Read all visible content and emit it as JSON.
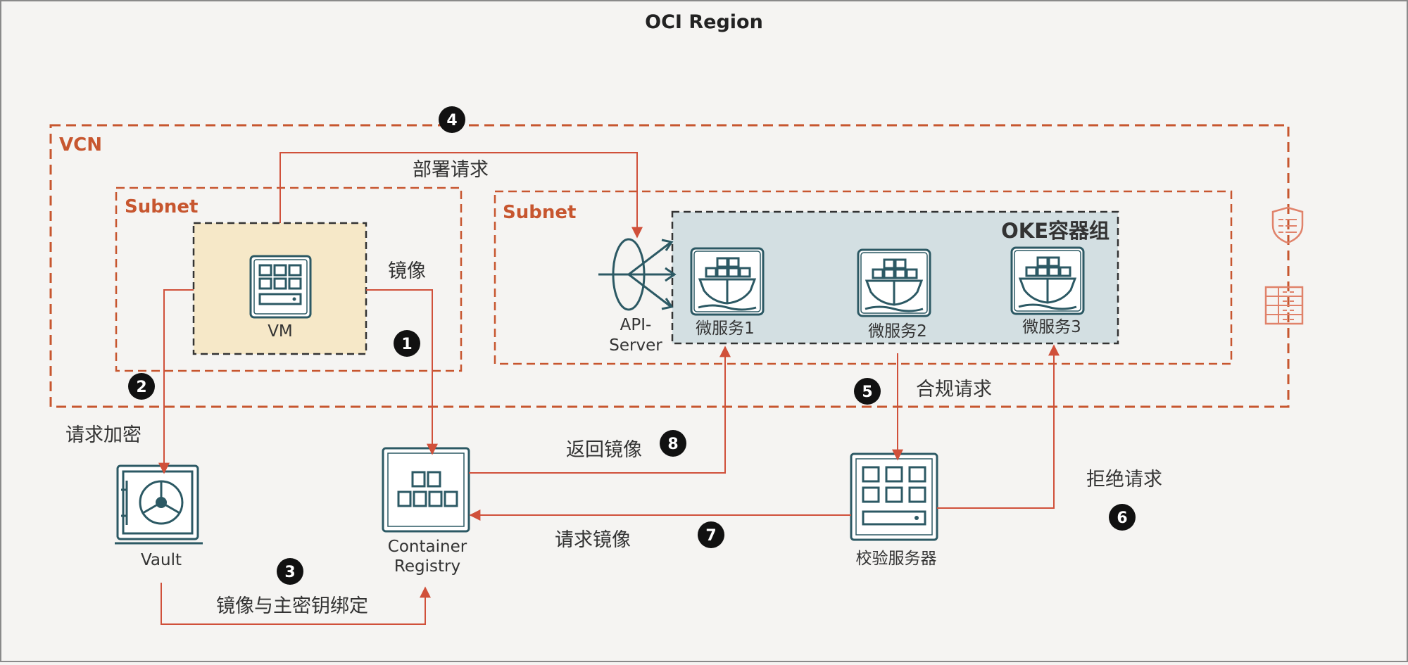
{
  "region": {
    "title": "OCI Region"
  },
  "vcn": {
    "title": "VCN"
  },
  "subnet_left": {
    "title": "Subnet"
  },
  "subnet_right": {
    "title": "Subnet"
  },
  "oke": {
    "title": "OKE容器组"
  },
  "nodes": {
    "vm": "VM",
    "api_server_line1": "API-",
    "api_server_line2": "Server",
    "microservice1": "微服务1",
    "microservice2": "微服务2",
    "microservice3": "微服务3",
    "vault": "Vault",
    "registry_line1": "Container",
    "registry_line2": "Registry",
    "validation_server": "校验服务器"
  },
  "flows": {
    "deploy_request": "部署请求",
    "image": "镜像",
    "request_encryption": "请求加密",
    "bind_image_master_key": "镜像与主密钥绑定",
    "compliance_request": "合规请求",
    "reject_request": "拒绝请求",
    "request_image": "请求镜像",
    "return_image": "返回镜像"
  },
  "badges": [
    "1",
    "2",
    "3",
    "4",
    "5",
    "6",
    "7",
    "8"
  ],
  "colors": {
    "background": "#f5f4f2",
    "zone_border": "#c7562f",
    "arrow": "#d0503a",
    "icon_stroke": "#2c5964",
    "vm_fill": "#f6e8c8",
    "oke_fill": "#d3dfe2",
    "badge": "#111111"
  },
  "icons": {
    "vm": "vm-grid-icon",
    "api_server": "load-balancer-icon",
    "microservice": "container-ship-icon",
    "vault": "vault-safe-icon",
    "registry": "registry-blocks-icon",
    "validation_server": "server-grid-icon",
    "security_list": "shield-checklist-icon",
    "route_table": "route-table-icon"
  }
}
